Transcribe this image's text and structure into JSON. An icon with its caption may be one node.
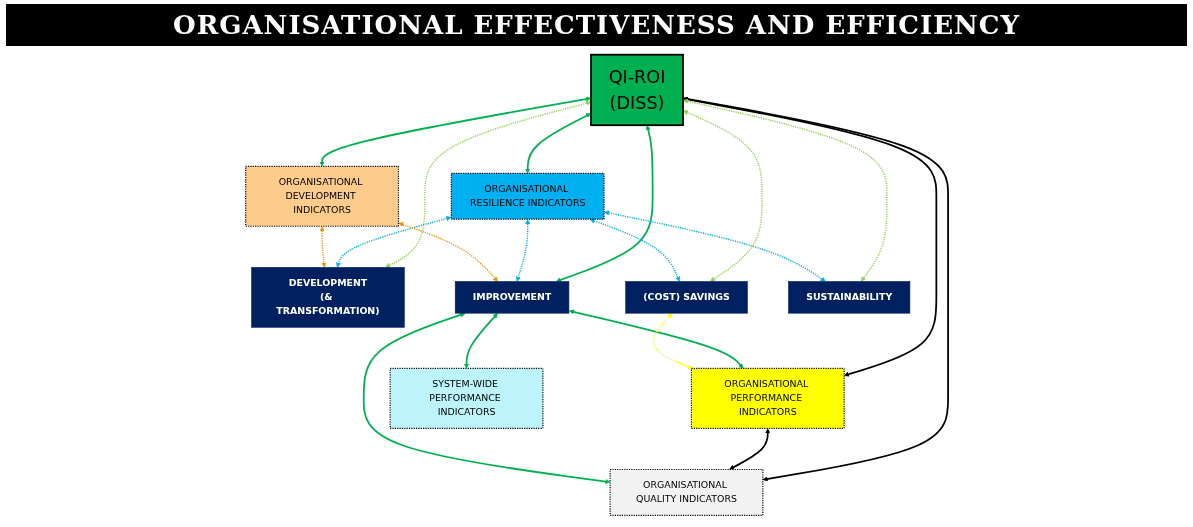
{
  "diagram": {
    "title": "ORGANISATIONAL EFFECTIVENESS AND EFFICIENCY",
    "nodes": [
      {
        "text": [
          "QI-ROI",
          "(DISS)"
        ]
      },
      {
        "text": [
          "ORGANISATIONAL DEVELOPMENT INDICATORS"
        ]
      },
      {
        "text": [
          "ORGANISATIONAL RESILIENCE INDICATORS"
        ]
      },
      {
        "text": [
          "DEVELOPMENT",
          "(& TRANSFORMATION)"
        ]
      },
      {
        "text": [
          "(COST) SAVINGS"
        ]
      },
      {
        "text": [
          "SUSTAINABILITY"
        ]
      },
      {
        "text": [
          "IMPROVEMENT"
        ]
      },
      {
        "text": [
          "ORGANISATIONAL PERFORMANCE INDICATORS"
        ]
      },
      {
        "text": [
          "SYSTEM-WIDE PERFORMANCE INDICATORS"
        ]
      },
      {
        "text": [
          "ORGANISATIONAL QUALITY INDICATORS"
        ]
      }
    ],
    "edges": [
      {
        "from": 0,
        "to": 7,
        "arrow": "both",
        "color": "#000000"
      },
      {
        "from": 0,
        "to": 9,
        "arrow": "both",
        "color": "#000000"
      },
      {
        "from": 7,
        "to": 9,
        "arrow": "both",
        "color": "#000000"
      },
      {
        "from": 0,
        "to": 1,
        "arrow": "both",
        "color": "#00b050"
      },
      {
        "from": 0,
        "to": 2,
        "arrow": "both",
        "color": "#00b050"
      },
      {
        "from": 0,
        "to": 6,
        "arrow": "both",
        "color": "#00b050"
      },
      {
        "from": 6,
        "to": 7,
        "arrow": "both",
        "color": "#00b050"
      },
      {
        "from": 6,
        "to": 8,
        "arrow": "both",
        "color": "#00b050"
      },
      {
        "from": 6,
        "to": 9,
        "arrow": "both",
        "color": "#00b050"
      },
      {
        "from": 0,
        "to": 3,
        "arrow": "both",
        "style": "dashed",
        "color": "#92d050"
      },
      {
        "from": 0,
        "to": 4,
        "arrow": "both",
        "style": "dashed",
        "color": "#92d050"
      },
      {
        "from": 0,
        "to": 5,
        "arrow": "both",
        "style": "dashed",
        "color": "#92d050"
      },
      {
        "from": 2,
        "to": 3,
        "arrow": "both",
        "style": "dashed",
        "color": "#00b0f0"
      },
      {
        "from": 2,
        "to": 4,
        "arrow": "both",
        "style": "dashed",
        "color": "#00b0f0"
      },
      {
        "from": 2,
        "to": 5,
        "arrow": "both",
        "style": "dashed",
        "color": "#00b0f0"
      },
      {
        "from": 2,
        "to": 6,
        "arrow": "both",
        "style": "dashed",
        "color": "#00b0f0"
      },
      {
        "from": 1,
        "to": 3,
        "arrow": "both",
        "style": "dashed",
        "color": "#f39200"
      },
      {
        "from": 1,
        "to": 6,
        "arrow": "both",
        "style": "dashed",
        "color": "#f39200"
      },
      {
        "from": 7,
        "to": 4,
        "arrow": "both",
        "style": "dashed",
        "color": "#ffff00"
      }
    ]
  }
}
